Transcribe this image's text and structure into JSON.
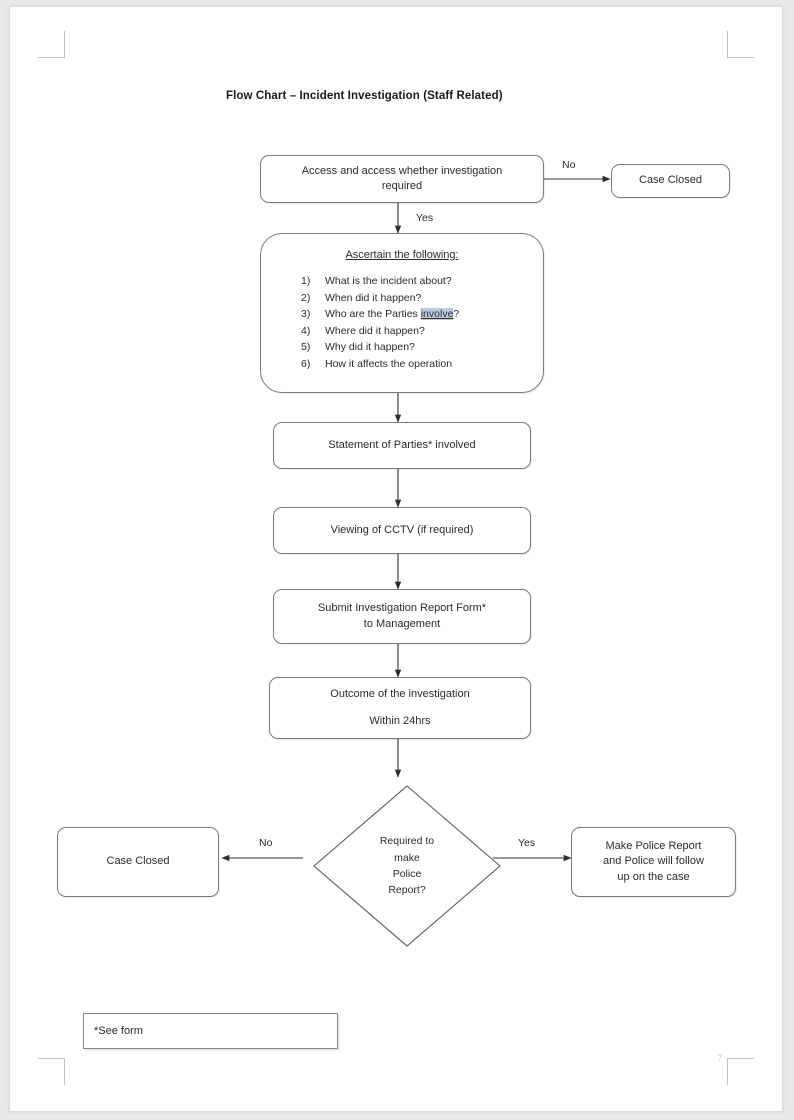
{
  "document": {
    "title": "Flow Chart – Incident Investigation (Staff Related)",
    "page_number": "7",
    "footnote": "*See form"
  },
  "nodes": {
    "assess": {
      "line1": "Access and access whether investigation",
      "line2": "required"
    },
    "case_closed_top": "Case Closed",
    "ascertain": {
      "heading": "Ascertain the following:",
      "items": [
        {
          "num": "1)",
          "pre": "What is  the incident  about?",
          "hl": "",
          "post": ""
        },
        {
          "num": "2)",
          "pre": "When did it happen?",
          "hl": "",
          "post": ""
        },
        {
          "num": "3)",
          "pre": "Who are the Parties ",
          "hl": "involve",
          "post": "?"
        },
        {
          "num": "4)",
          "pre": "Where did it happen?",
          "hl": "",
          "post": ""
        },
        {
          "num": "5)",
          "pre": "Why did it happen?",
          "hl": "",
          "post": ""
        },
        {
          "num": "6)",
          "pre": "How it affects the operation",
          "hl": "",
          "post": ""
        }
      ]
    },
    "statement": "Statement of Parties* involved",
    "cctv": "Viewing of CCTV  (if required)",
    "submit": {
      "line1": "Submit Investigation Report Form*",
      "line2": "to Management"
    },
    "outcome": {
      "line1": "Outcome of the investigation",
      "line2": "Within 24hrs"
    },
    "decision": {
      "line1": "Required to",
      "line2": "make",
      "line3": "Police",
      "line4": "Report?"
    },
    "case_closed_bottom": "Case Closed",
    "police": {
      "line1": "Make Police Report",
      "line2": "and Police will follow",
      "line3": "up on the case"
    }
  },
  "edges": {
    "assess_no": "No",
    "assess_yes": "Yes",
    "decision_no": "No",
    "decision_yes": "Yes"
  },
  "colors": {
    "node_border": "#7b7b7b",
    "node_fill": "#ffffff",
    "text": "#2b2b2b",
    "connector": "#3a3a3a",
    "highlight": "#b8cce4",
    "page_background": "#e9e9e9",
    "crop_mark": "#c2c2c2"
  }
}
